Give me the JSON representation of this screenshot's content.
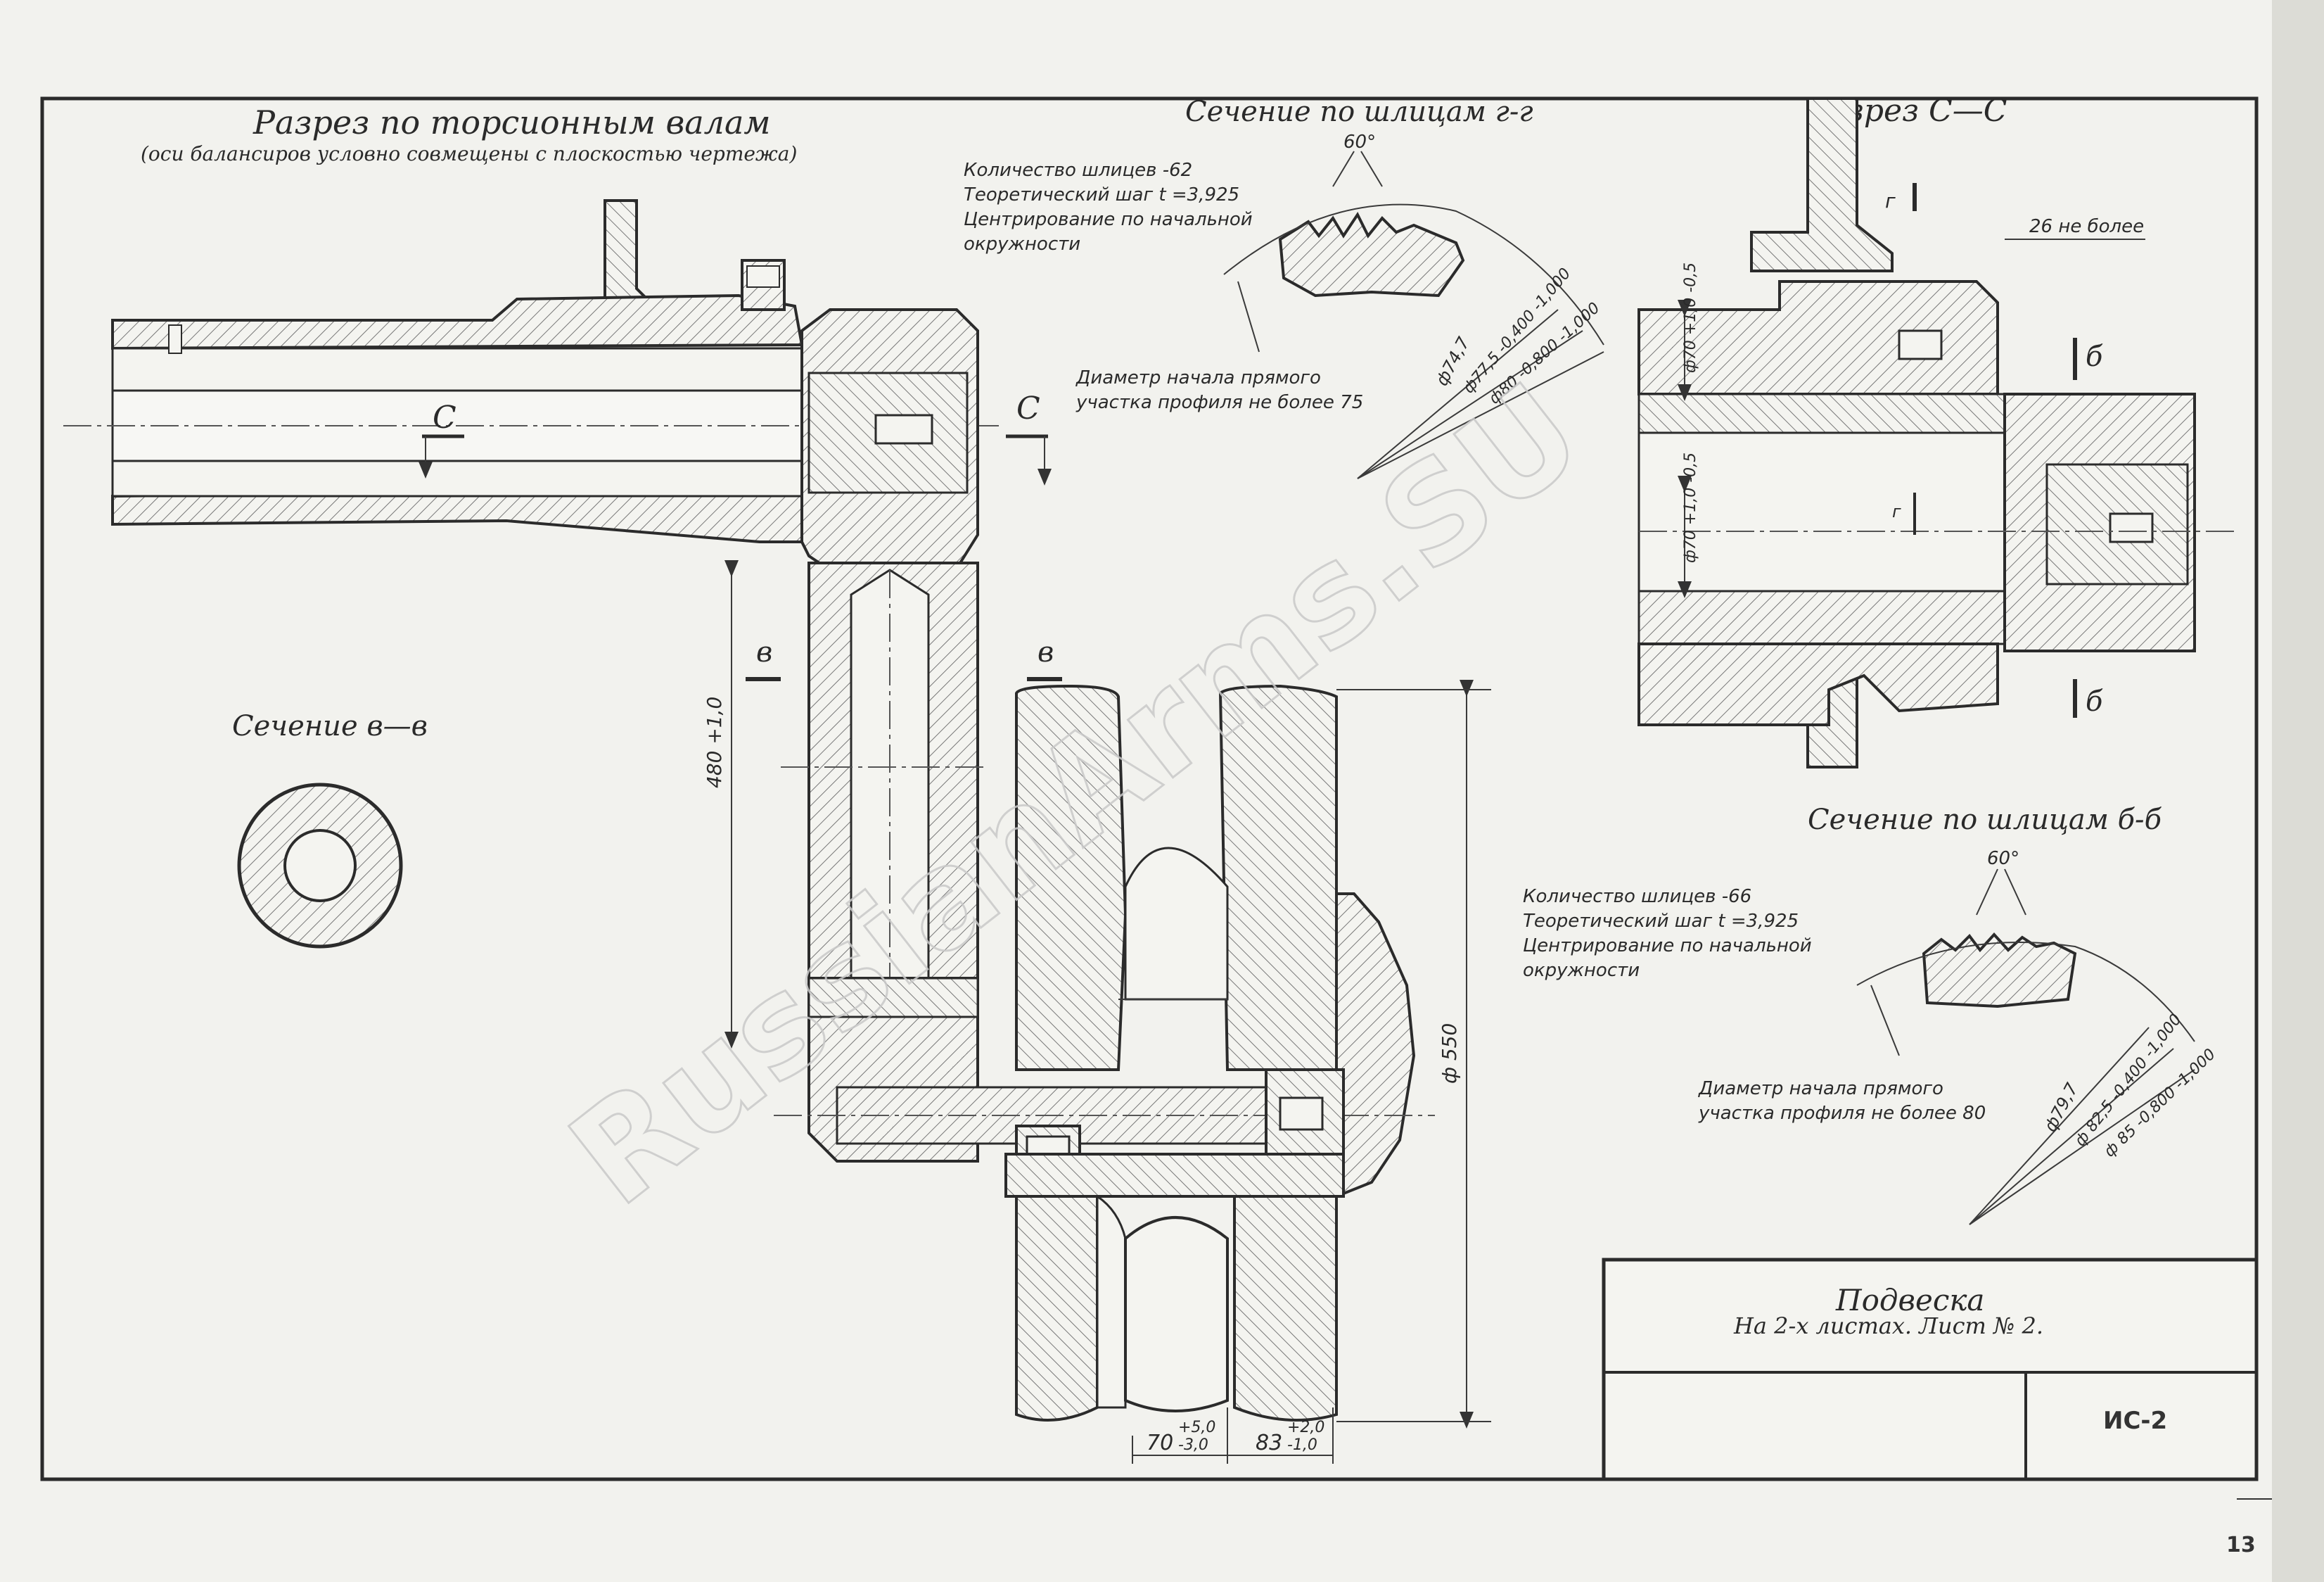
{
  "main_section": {
    "title": "Разрез по торсионным валам",
    "subtitle": "(оси балансиров условно совмещены с плоскостью чертежа)",
    "section_mark": "С",
    "cut_mark": "в",
    "dim_480": "480 +1,0",
    "dim_550": "ф 550",
    "dim_70": "70",
    "dim_70_tol_upper": "+5,0",
    "dim_70_tol_lower": "-3,0",
    "dim_83": "83",
    "dim_83_tol_upper": "+2,0",
    "dim_83_tol_lower": "-1,0"
  },
  "section_vv": {
    "title": "Сечение в—в"
  },
  "spline_gg": {
    "title": "Сечение по шлицам г-г",
    "angle": "60°",
    "note_lines": [
      "Количество шлицев -62",
      "Теоретический шаг t =3,925",
      "Центрирование по начальной",
      "окружности"
    ],
    "diam_note_lines": [
      "Диаметр начала прямого",
      "участка профиля не более 75"
    ],
    "dims": [
      "ф74,7",
      "ф77,5 -0,400 -1,000",
      "ф80 -0,800 -1,000"
    ]
  },
  "section_cc": {
    "title": "Разрез С—С",
    "gap_note": "26 не более",
    "mark_g": "г",
    "mark_b": "б",
    "dim_top": "ф70 +1,0 -0,5",
    "dim_bottom": "ф70 +1,0 -0,5"
  },
  "spline_bb": {
    "title": "Сечение по шлицам б-б",
    "angle": "60°",
    "note_lines": [
      "Количество шлицев -66",
      "Теоретический шаг t =3,925",
      "Центрирование по начальной",
      "окружности"
    ],
    "diam_note_lines": [
      "Диаметр начала прямого",
      "участка профиля не более 80"
    ],
    "dims": [
      "ф79,7",
      "ф 82,5 -0,400 -1,000",
      "ф 85 -0,800 -1,000"
    ]
  },
  "title_block": {
    "name": "Подвеска",
    "sheets": "На 2-х листах. Лист № 2.",
    "code": "ИС-2"
  },
  "page_number": "13",
  "watermark": "RussianArms.SU",
  "colors": {
    "ink": "#2a2a2a",
    "paper": "#f2f2ee",
    "watermark": "#c9c9c9"
  }
}
